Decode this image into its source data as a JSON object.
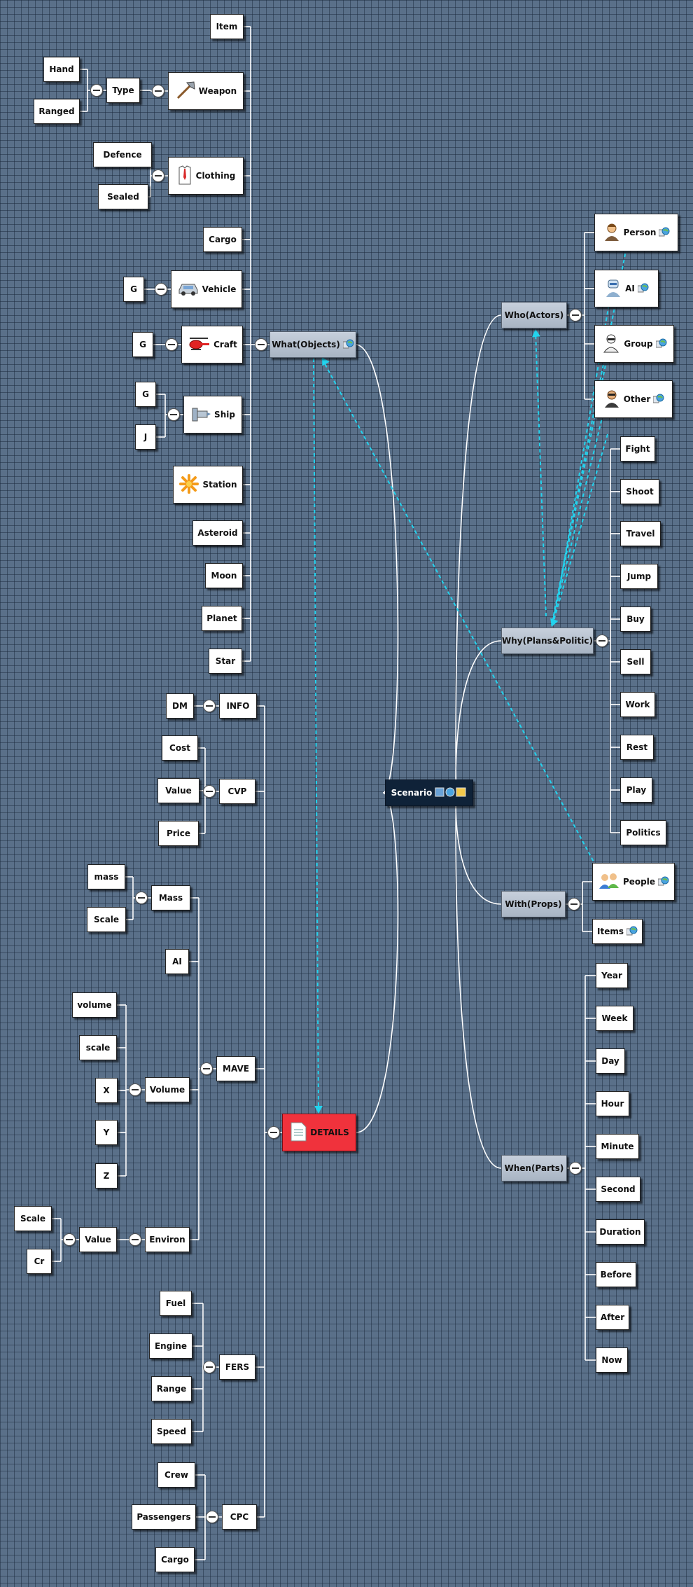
{
  "nodes": {
    "item": "Item",
    "weapon": "Weapon",
    "type": "Type",
    "hand": "Hand",
    "ranged": "Ranged",
    "clothing": "Clothing",
    "defence": "Defence",
    "sealed": "Sealed",
    "cargo": "Cargo",
    "vehicle": "Vehicle",
    "vehicle_g": "G",
    "craft": "Craft",
    "craft_g": "G",
    "ship": "Ship",
    "ship_g": "G",
    "ship_j": "J",
    "station": "Station",
    "asteroid": "Asteroid",
    "moon": "Moon",
    "planet": "Planet",
    "star": "Star",
    "what": "What(Objects)",
    "info": "INFO",
    "dm": "DM",
    "cvp": "CVP",
    "cost": "Cost",
    "value": "Value",
    "price": "Price",
    "mass": "Mass",
    "mass_l": "mass",
    "mass_scale": "Scale",
    "ai_small": "AI",
    "mave": "MAVE",
    "volume": "Volume",
    "volume_l": "volume",
    "scale_l": "scale",
    "x": "X",
    "y": "Y",
    "z": "Z",
    "environ": "Environ",
    "env_value": "Value",
    "env_scale": "Scale",
    "cr": "Cr",
    "fers": "FERS",
    "fuel": "Fuel",
    "engine": "Engine",
    "range": "Range",
    "speed": "Speed",
    "cpc": "CPC",
    "crew": "Crew",
    "passengers": "Passengers",
    "cpc_cargo": "Cargo",
    "details": "DETAILS",
    "scenario": "Scenario",
    "who": "Who(Actors)",
    "person": "Person",
    "ai": "AI",
    "group": "Group",
    "other": "Other",
    "why": "Why(Plans&Politic)",
    "fight": "Fight",
    "shoot": "Shoot",
    "travel": "Travel",
    "jump": "Jump",
    "buy": "Buy",
    "sell": "Sell",
    "work": "Work",
    "rest": "Rest",
    "play": "Play",
    "politics": "Politics",
    "with": "With(Props)",
    "people": "People",
    "items": "Items",
    "when": "When(Parts)",
    "year": "Year",
    "week": "Week",
    "day": "Day",
    "hour": "Hour",
    "minute": "Minute",
    "second": "Second",
    "duration": "Duration",
    "before": "Before",
    "after": "After",
    "now": "Now"
  },
  "colors": {
    "background": "#5a7089",
    "grid": "#1e2d41",
    "connector": "#ffffff",
    "dashed_link": "#22d3ee",
    "details_fill": "#f0323c",
    "scenario_fill": "#0f2238",
    "category_fill": "#b4bfcc"
  },
  "icons": {
    "weapon": "axe-icon",
    "clothing": "shirt-tie-icon",
    "vehicle": "car-icon",
    "craft": "helicopter-icon",
    "ship": "spaceship-icon",
    "station": "star-burst-icon",
    "details": "document-icon",
    "person": "person-icon",
    "ai": "robot-icon",
    "group": "group-icon",
    "other": "agent-icon",
    "people": "people-icon",
    "attachment": "globe-icon"
  }
}
